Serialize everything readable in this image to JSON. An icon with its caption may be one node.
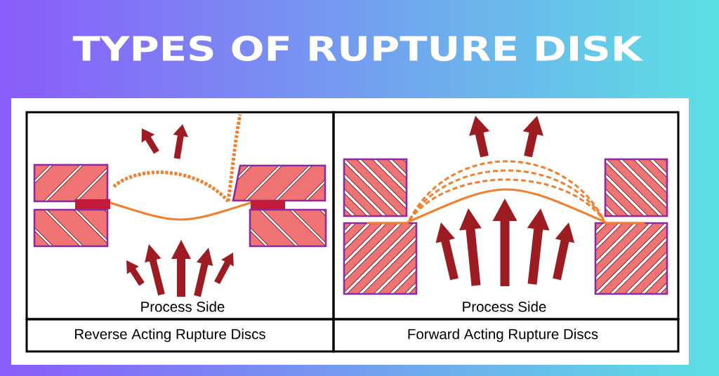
{
  "diagram": {
    "title": "TYPES OF RUPTURE DISK",
    "nodes": [
      {
        "text": [
          "Process Side"
        ]
      },
      {
        "text": [
          "Process Side"
        ]
      },
      {
        "text": [
          "Reverse Acting Rupture Discs"
        ]
      },
      {
        "text": [
          "Forward Acting Rupture Discs"
        ]
      }
    ]
  }
}
